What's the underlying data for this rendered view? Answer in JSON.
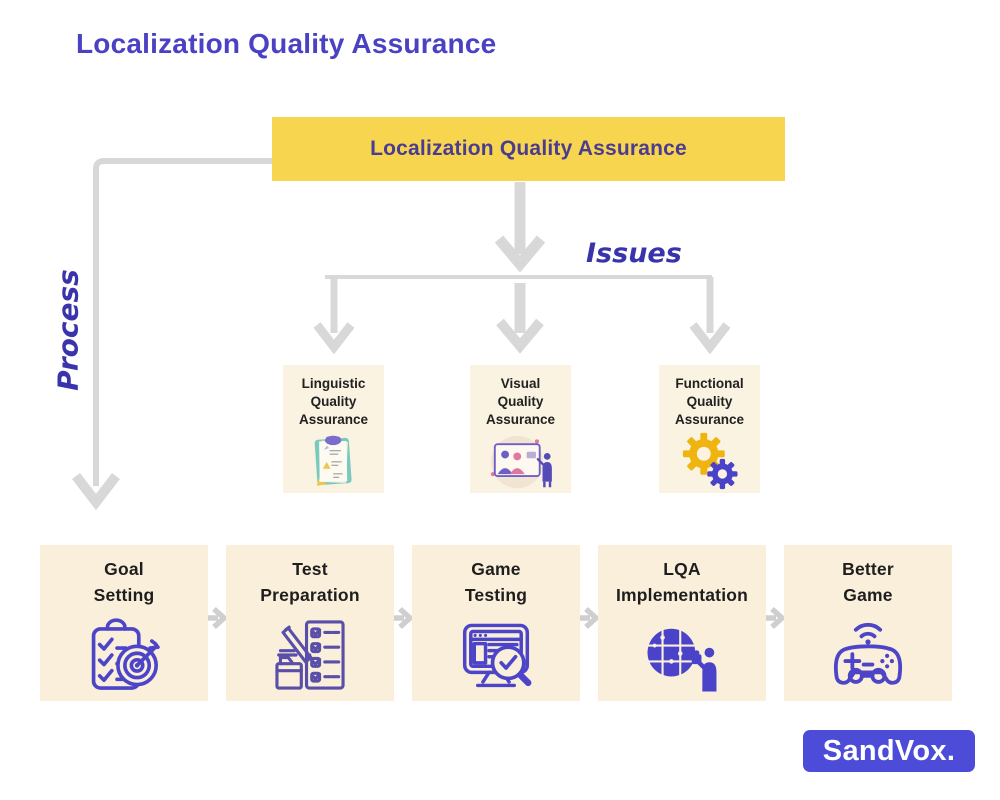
{
  "page": {
    "title": "Localization Quality Assurance"
  },
  "banner": {
    "label": "Localization Quality Assurance"
  },
  "labels": {
    "issues": "Issues",
    "process": "Process"
  },
  "issues": [
    {
      "label": "Linguistic\nQuality\nAssurance",
      "icon": "clipboard-illustration-icon"
    },
    {
      "label": "Visual\nQuality\nAssurance",
      "icon": "visual-review-illustration-icon"
    },
    {
      "label": "Functional\nQuality\nAssurance",
      "icon": "double-gears-icon"
    }
  ],
  "steps": [
    {
      "label": "Goal\nSetting",
      "icon": "clipboard-target-icon"
    },
    {
      "label": "Test\nPreparation",
      "icon": "checklist-pencil-icon"
    },
    {
      "label": "Game\nTesting",
      "icon": "monitor-magnifier-icon"
    },
    {
      "label": "LQA\nImplementation",
      "icon": "puzzle-globe-person-icon"
    },
    {
      "label": "Better\nGame",
      "icon": "game-controller-icon"
    }
  ],
  "brand": {
    "name": "SandVox."
  },
  "colors": {
    "title_purple": "#4b41c3",
    "banner_yellow": "#f8d54f",
    "banner_text": "#4a3c90",
    "italic_label_purple": "#3a34ac",
    "issue_box_cream": "#faf3e2",
    "step_box_cream": "#f9efdb",
    "arrow_gray": "#d8d8d8",
    "step_arrow_gray": "#cfcfcf",
    "icon_purple": "#4c45c8",
    "gear_yellow": "#efb40f",
    "brand_bg": "#4c4cd8"
  }
}
